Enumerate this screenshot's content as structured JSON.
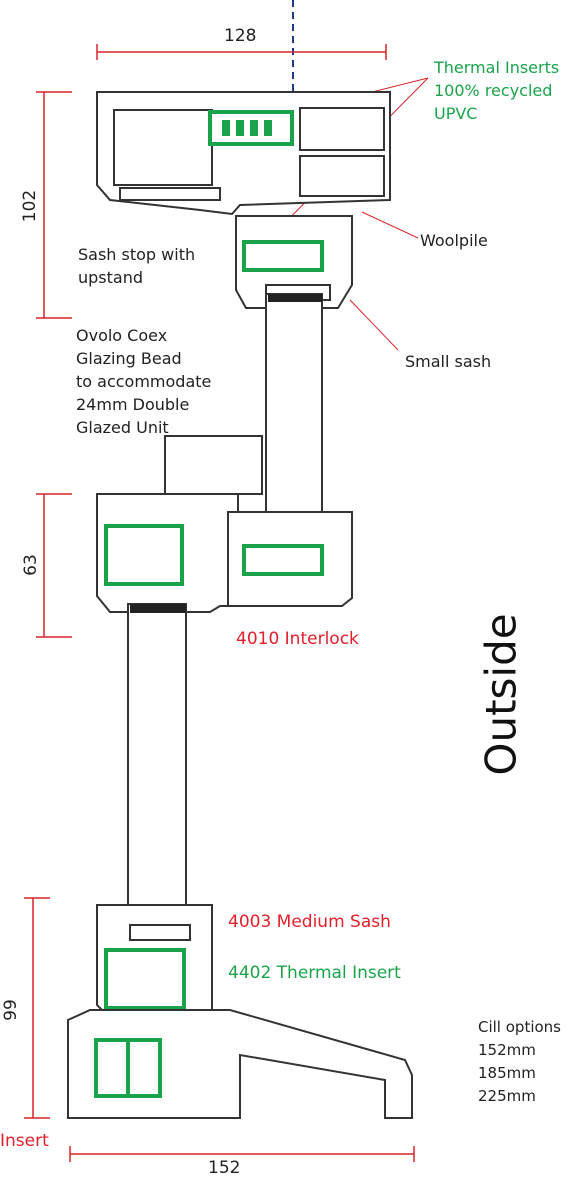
{
  "labels": {
    "thermal_inserts": [
      "Thermal Inserts",
      "100% recycled",
      "UPVC"
    ],
    "woolpile": "Woolpile",
    "sash_stop": [
      "Sash stop with",
      "upstand"
    ],
    "small_sash": "Small sash",
    "ovolo": [
      "Ovolo Coex",
      "Glazing Bead",
      "to accommodate",
      "24mm Double",
      "Glazed Unit"
    ],
    "interlock": "4010 Interlock",
    "outside": "Outside",
    "medium_sash": "4003 Medium Sash",
    "thermal_insert_4402": "4402 Thermal Insert",
    "cill_options": [
      "Cill options",
      "152mm",
      "185mm",
      "225mm"
    ],
    "insert": "Insert"
  },
  "dimensions": {
    "top_width": "128",
    "top_height": "102",
    "interlock_height": "63",
    "bottom_height": "99",
    "bottom_width": "152"
  },
  "colors": {
    "profile": "#333333",
    "thermal": "#1aa34a",
    "dimension": "#d9242b",
    "axis": "#1f3a8a"
  }
}
